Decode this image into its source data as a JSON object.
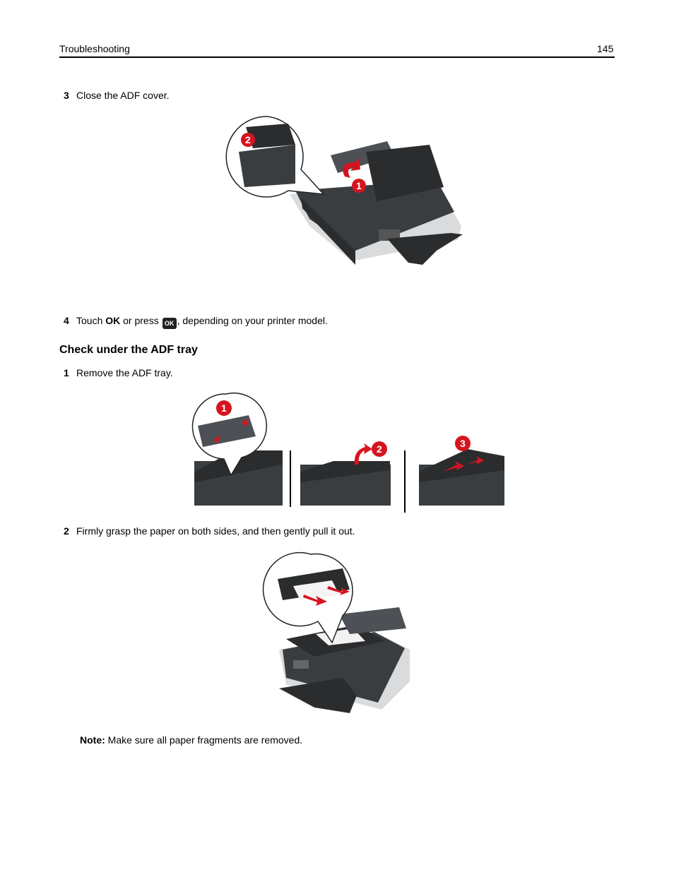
{
  "header": {
    "section_title": "Troubleshooting",
    "page_number": "145"
  },
  "steps_close": {
    "step3": {
      "number": "3",
      "text": "Close the ADF cover."
    },
    "step4": {
      "number": "4",
      "prefix": "Touch ",
      "ok_bold": "OK",
      "middle": " or press ",
      "key_label": "OK",
      "suffix": ", depending on your printer model."
    }
  },
  "section": {
    "heading": "Check under the ADF tray",
    "step1": {
      "number": "1",
      "text": "Remove the ADF tray."
    },
    "step2": {
      "number": "2",
      "text": "Firmly grasp the paper on both sides, and then gently pull it out."
    },
    "note": {
      "label": "Note:",
      "text": " Make sure all paper fragments are removed."
    }
  },
  "figures": {
    "close_cover_badges": [
      "2",
      "1"
    ],
    "remove_tray_badges": [
      "1",
      "2",
      "3"
    ]
  },
  "colors": {
    "callout_red": "#d6141f",
    "printer_gray": "#3a3d40"
  }
}
